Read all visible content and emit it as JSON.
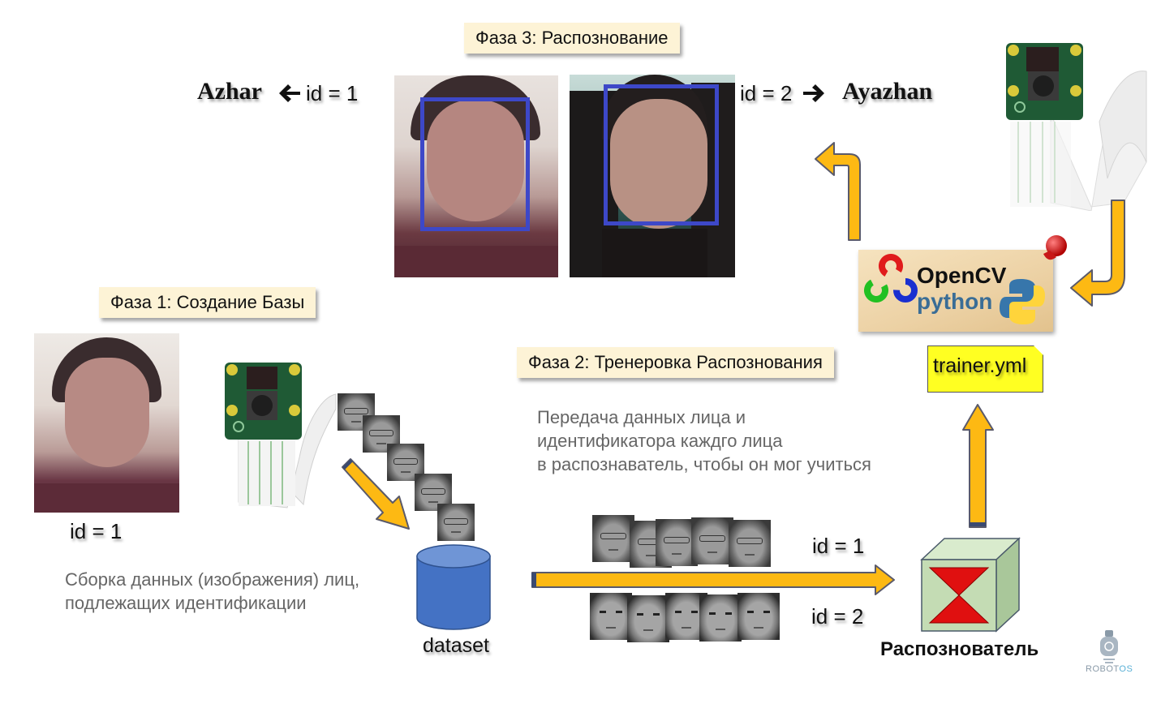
{
  "phases": {
    "phase3": "Фаза 3: Распознование",
    "phase1": "Фаза 1: Создание Базы",
    "phase2": "Фаза 2: Тренеровка Распознования"
  },
  "recognition": {
    "left_name": "Azhar",
    "left_id": "id = 1",
    "left_arrow": "🡐",
    "right_name": "Ayazhan",
    "right_id": "id = 2",
    "right_arrow": "🡒"
  },
  "phase1": {
    "photo_id": "id = 1",
    "description_line1": "Сборка данных (изображения) лиц,",
    "description_line2": "подлежащих идентификации",
    "dataset_label": "dataset"
  },
  "phase2": {
    "description_line1": "Передача данных лица и",
    "description_line2": "идентификатора каждго лица",
    "description_line3": "в распознаватель, чтобы он мог учиться",
    "group1_id": "id = 1",
    "group2_id": "id = 2",
    "recognizer_label": "Распознователь",
    "trainer_file": "trainer.yml"
  },
  "opencv": {
    "title": "OpenCV",
    "subtitle": "python"
  },
  "watermark": {
    "brand_part1": "ROBOT",
    "brand_part2": "OS"
  },
  "colors": {
    "arrow_fill": "#fdb913",
    "arrow_stroke": "#5a5a6a",
    "face_box": "#3d48c8",
    "phase_label_bg": "#fdf3d6",
    "trainer_bg": "#ffff22",
    "dataset_blue": "#4472c4",
    "cube_green": "#c4dcb4",
    "hourglass_red": "#e01010"
  }
}
